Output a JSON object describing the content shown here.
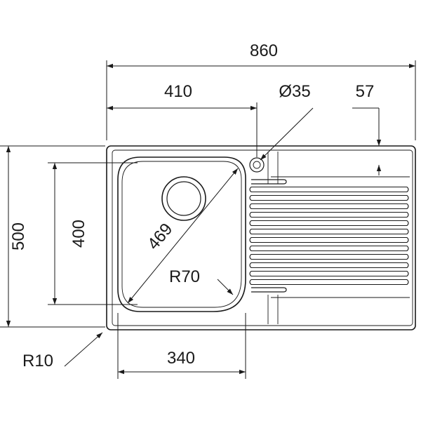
{
  "dimensions": {
    "total_width": "860",
    "bowl_section_width": "410",
    "tap_hole_diameter": "Ø35",
    "tap_hole_offset": "57",
    "total_depth": "500",
    "bowl_depth": "400",
    "bowl_diagonal": "469",
    "corner_radius_bowl": "R70",
    "corner_radius_outer": "R10",
    "bowl_width": "340"
  },
  "colors": {
    "line": "#1a1a1a",
    "background": "#ffffff"
  }
}
